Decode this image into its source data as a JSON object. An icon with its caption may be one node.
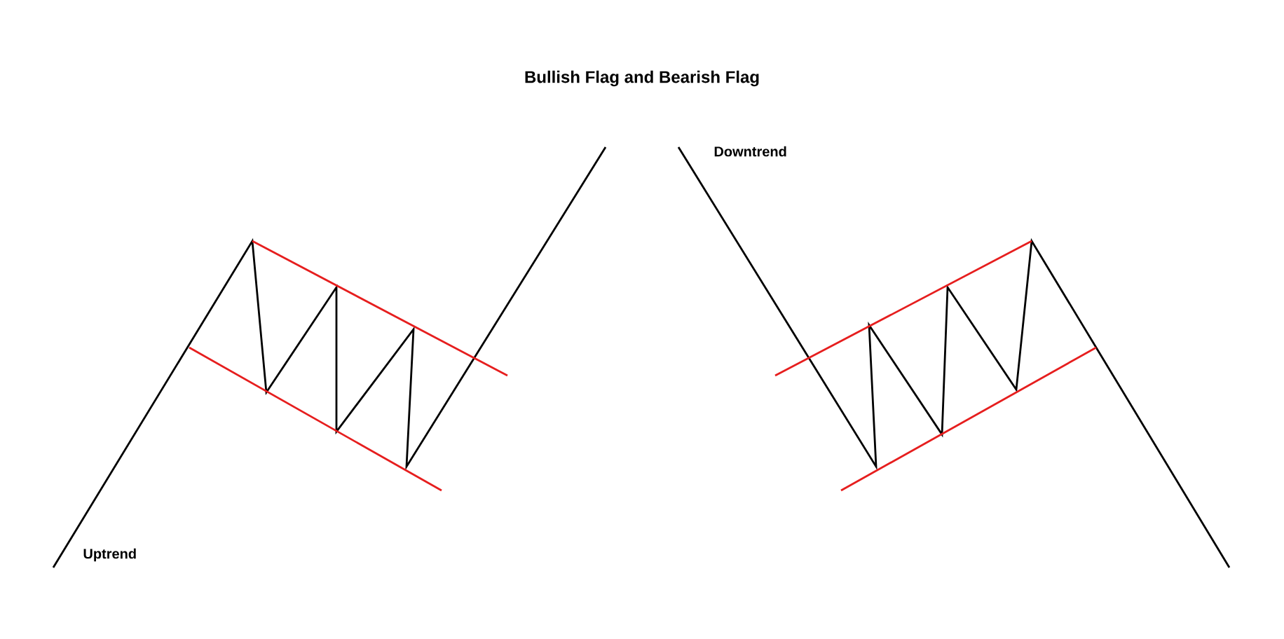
{
  "diagram": {
    "title": "Bullish Flag and Bearish Flag",
    "labels": [
      "Downtrend",
      "Uptrend"
    ]
  }
}
